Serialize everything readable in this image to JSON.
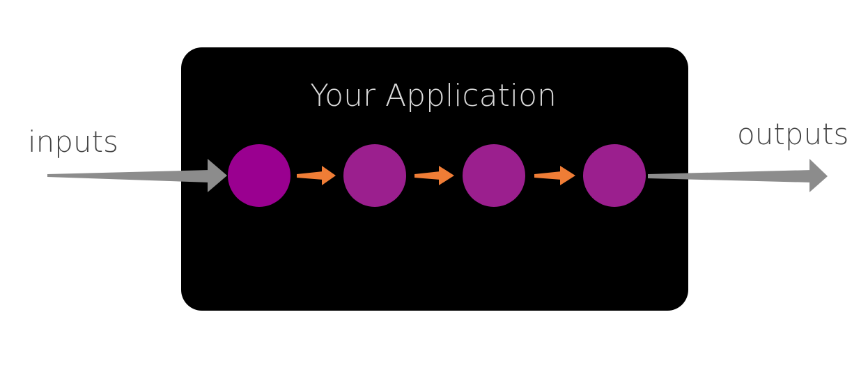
{
  "diagram": {
    "app_title": "Your Application",
    "input_label": "inputs",
    "output_label": "outputs",
    "node_count": 4,
    "colors": {
      "background": "#ffffff",
      "app_box": "#000000",
      "app_title_text": "#d9d9d9",
      "label_text": "#444444",
      "io_arrow": "#8c8c8c",
      "flow_arrow": "#ef7d36",
      "node_first": "#9a0090",
      "node": "#9b1f8e"
    }
  }
}
